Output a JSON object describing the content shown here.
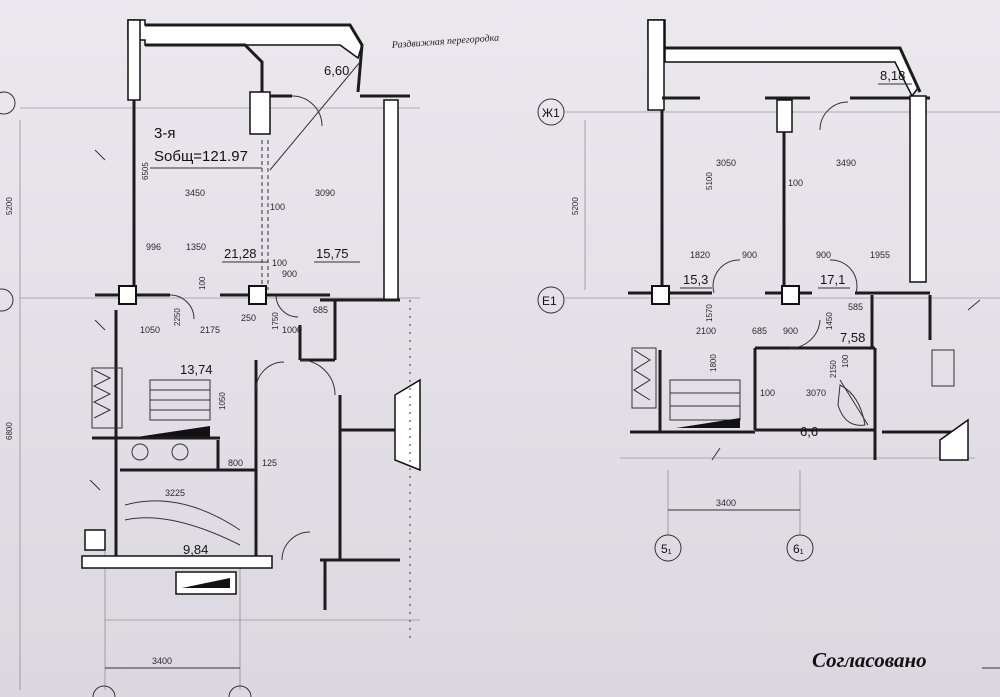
{
  "left_plan": {
    "title": "3-я",
    "total_area": "Sобщ=121.97",
    "partition_note": "Раздвижная перегородка",
    "areas": [
      "6,60",
      "21,28",
      "15,75",
      "13,74",
      "9,84"
    ],
    "dims": [
      "3450",
      "3090",
      "100",
      "996",
      "1350",
      "100",
      "900",
      "100",
      "1050",
      "2250",
      "2175",
      "250",
      "1750",
      "1000",
      "685",
      "1050",
      "800",
      "125",
      "3225",
      "3400",
      "6505",
      "5200",
      "6800"
    ]
  },
  "right_plan": {
    "areas": [
      "8,18",
      "15,3",
      "17,1",
      "7,58",
      "6,6"
    ],
    "dims": [
      "3050",
      "3490",
      "5100",
      "100",
      "1820",
      "900",
      "900",
      "1955",
      "1570",
      "585",
      "2100",
      "685",
      "900",
      "1450",
      "1800",
      "2150",
      "100",
      "100",
      "3070",
      "3400",
      "5200"
    ],
    "axes": [
      "Ж1",
      "Е1",
      "5₁",
      "6₁"
    ]
  },
  "signature": "Согласовано"
}
